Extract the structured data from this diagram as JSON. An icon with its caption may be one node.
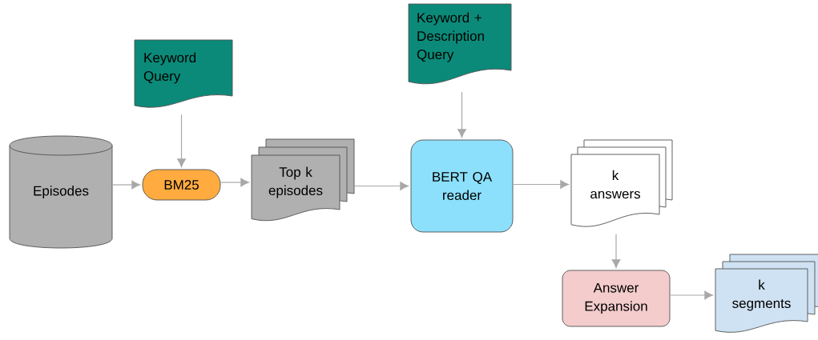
{
  "diagram": {
    "nodes": [
      {
        "text": [
          "Keyword Query"
        ]
      },
      {
        "text": [
          "Keyword + Description Query"
        ]
      },
      {
        "text": [
          "Episodes"
        ]
      },
      {
        "text": [
          "BM25"
        ]
      },
      {
        "text": [
          "Top k episodes"
        ]
      },
      {
        "text": [
          "BERT QA reader"
        ]
      },
      {
        "text": [
          "k answers"
        ]
      },
      {
        "text": [
          "Answer Expansion"
        ]
      },
      {
        "text": [
          "k segments"
        ]
      }
    ],
    "edges": [
      {
        "from": 0,
        "to": 3,
        "arrow": "to"
      },
      {
        "from": 2,
        "to": 3,
        "arrow": "to"
      },
      {
        "from": 3,
        "to": 4,
        "arrow": "to"
      },
      {
        "from": 1,
        "to": 5,
        "arrow": "to"
      },
      {
        "from": 4,
        "to": 5,
        "arrow": "to"
      },
      {
        "from": 5,
        "to": 6,
        "arrow": "to"
      },
      {
        "from": 6,
        "to": 7,
        "arrow": "to"
      },
      {
        "from": 7,
        "to": 8,
        "arrow": "to"
      }
    ]
  }
}
